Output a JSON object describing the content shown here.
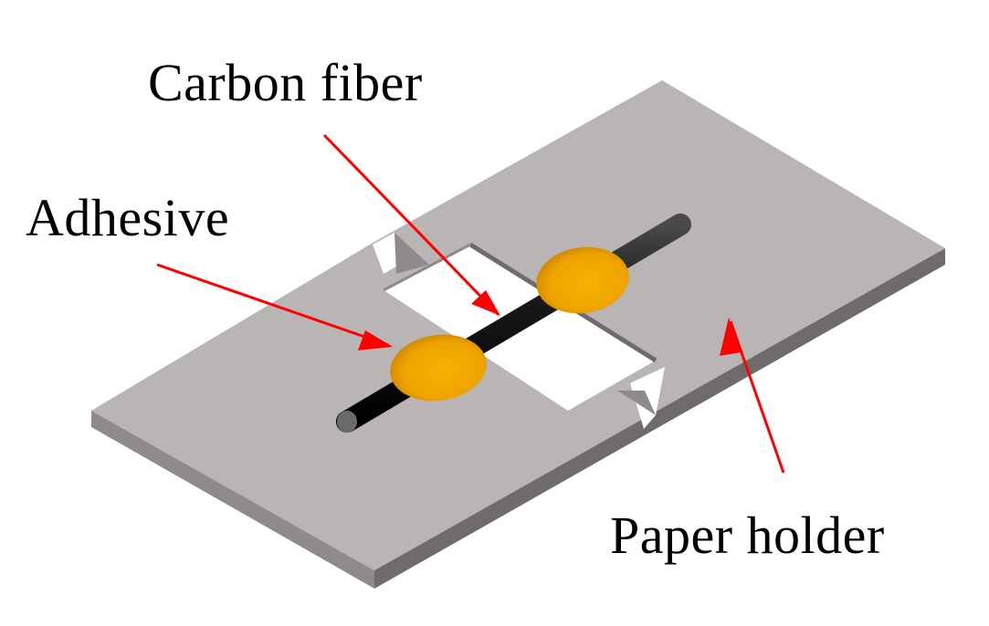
{
  "labels": {
    "carbon_fiber": "Carbon fiber",
    "adhesive": "Adhesive",
    "paper_holder": "Paper holder"
  },
  "colors": {
    "paper_top": "#bab5b5",
    "paper_edge": "#8f8b8b",
    "paper_edge_dark": "#6f6b6b",
    "fiber": "#111111",
    "adhesive": "#f2a900",
    "adhesive_dark": "#c98600",
    "arrow": "#ff0000",
    "text": "#000000"
  }
}
